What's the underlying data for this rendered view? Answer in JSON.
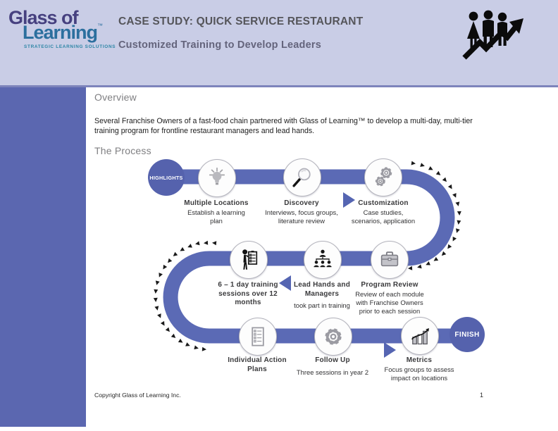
{
  "colors": {
    "header_bg": "#c9cde6",
    "accent_periwinkle": "#5b67b0",
    "path": "#5b6ab5",
    "terminal_circle": "#5562ad",
    "title_text": "#55555a",
    "subtitle_text": "#64647c",
    "heading_gray": "#7f7f82"
  },
  "logo": {
    "line1": "Glass of",
    "line2": "Learning",
    "tm": "™",
    "tagline": "STRATEGIC LEARNING SOLUTIONS"
  },
  "header": {
    "title": "CASE STUDY: QUICK SERVICE RESTAURANT",
    "subtitle": "Customized Training to Develop Leaders"
  },
  "overview": {
    "heading": "Overview",
    "body": "Several Franchise Owners of a fast-food chain partnered with Glass of Learning™ to develop a multi-day, multi-tier training program for frontline restaurant managers and lead hands."
  },
  "process": {
    "heading": "The Process",
    "start_label": "HIGHLIGHTS",
    "finish_label": "FINISH",
    "steps": [
      {
        "icon": "lightbulb-icon",
        "title": "Multiple  Locations",
        "desc": "Establish a learning plan"
      },
      {
        "icon": "magnifier-icon",
        "title": "Discovery",
        "desc": "Interviews, focus groups, literature review"
      },
      {
        "icon": "gears-icon",
        "title": "Customization",
        "desc": "Case studies, scenarios, application"
      },
      {
        "icon": "briefcase-icon",
        "title": "Program Review",
        "desc": "Review of each module with Franchise Owners prior to each session"
      },
      {
        "icon": "org-chart-icon",
        "title": "Lead Hands and Managers",
        "desc": "took part in training"
      },
      {
        "icon": "person-clipboard-icon",
        "title": "6 – 1 day training sessions over 12 months",
        "desc": ""
      },
      {
        "icon": "checklist-icon",
        "title": "Individual  Action Plans",
        "desc": ""
      },
      {
        "icon": "gear-icon",
        "title": "Follow  Up",
        "desc": "Three sessions in year 2"
      },
      {
        "icon": "metrics-icon",
        "title": "Metrics",
        "desc": "Focus groups to assess impact on locations"
      }
    ]
  },
  "footer": {
    "copyright": "Copyright Glass of Learning Inc.",
    "page_number": "1"
  }
}
